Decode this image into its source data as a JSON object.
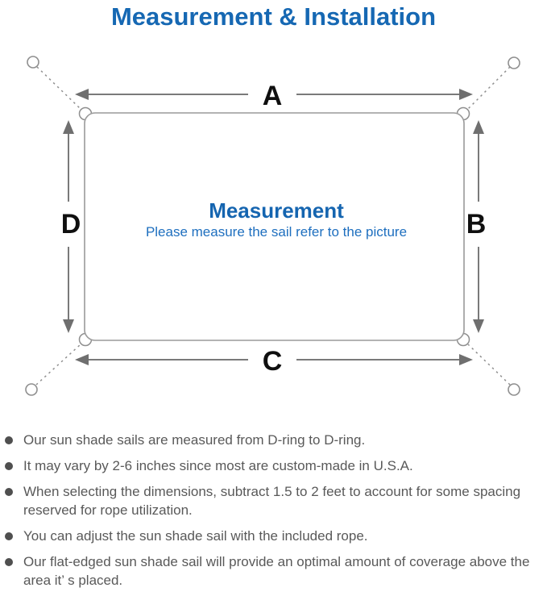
{
  "page": {
    "title": "Measurement & Installation"
  },
  "diagram": {
    "dimension_labels": {
      "top": "A",
      "right": "B",
      "bottom": "C",
      "left": "D"
    },
    "center_title": "Measurement",
    "center_subtitle": "Please measure the sail refer to the picture"
  },
  "notes": {
    "items": [
      {
        "text": "Our sun shade sails are measured from D-ring to D-ring."
      },
      {
        "text": "It may vary by 2-6 inches since most are custom-made in U.S.A."
      },
      {
        "text": "When selecting the dimensions, subtract 1.5 to 2 feet to account for some spacing reserved for rope utilization."
      },
      {
        "text": "You can adjust the sun shade sail with the included rope."
      },
      {
        "text": "Our flat-edged sun shade sail will provide an optimal amount of coverage above the area it’ s placed."
      }
    ]
  },
  "colors": {
    "accent_blue": "#1668b3",
    "subtitle_blue": "#1e6fbf",
    "line_gray": "#8f8f8f",
    "arrow_gray": "#6f6f6f",
    "text_gray": "#595959"
  }
}
